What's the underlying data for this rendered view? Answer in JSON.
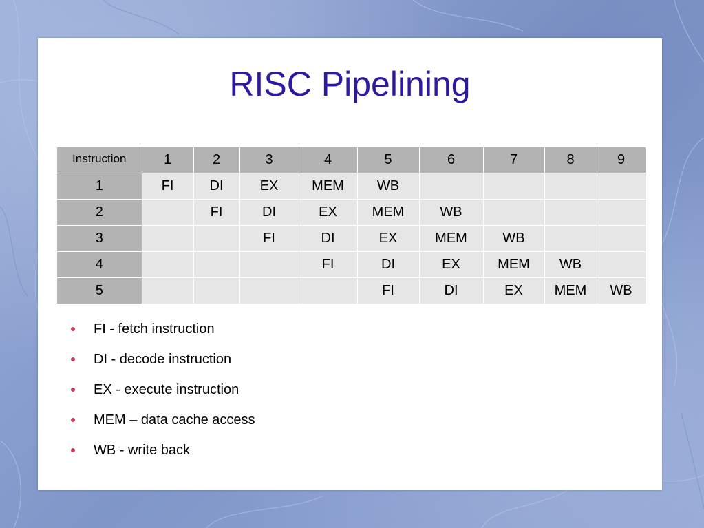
{
  "slide": {
    "title": "RISC Pipelining"
  },
  "table": {
    "corner_header": "Instruction",
    "stage_columns": [
      "1",
      "2",
      "3",
      "4",
      "5",
      "6",
      "7",
      "8",
      "9"
    ],
    "rows": [
      {
        "label": "1",
        "cells": [
          "FI",
          "DI",
          "EX",
          "MEM",
          "WB",
          "",
          "",
          "",
          ""
        ]
      },
      {
        "label": "2",
        "cells": [
          "",
          "FI",
          "DI",
          "EX",
          "MEM",
          "WB",
          "",
          "",
          ""
        ]
      },
      {
        "label": "3",
        "cells": [
          "",
          "",
          "FI",
          "DI",
          "EX",
          "MEM",
          "WB",
          "",
          ""
        ]
      },
      {
        "label": "4",
        "cells": [
          "",
          "",
          "",
          "FI",
          "DI",
          "EX",
          "MEM",
          "WB",
          ""
        ]
      },
      {
        "label": "5",
        "cells": [
          "",
          "",
          "",
          "",
          "FI",
          "DI",
          "EX",
          "MEM",
          "WB"
        ]
      }
    ]
  },
  "legend": [
    "FI - fetch instruction",
    "DI - decode instruction",
    "EX - execute instruction",
    "MEM – data cache access",
    "WB - write back"
  ],
  "colors": {
    "title": "#2e1a9e",
    "bullet": "#c8395a",
    "header_cell": "#b3b3b3",
    "body_cell": "#e6e6e6",
    "background": "#8a9fcf"
  }
}
